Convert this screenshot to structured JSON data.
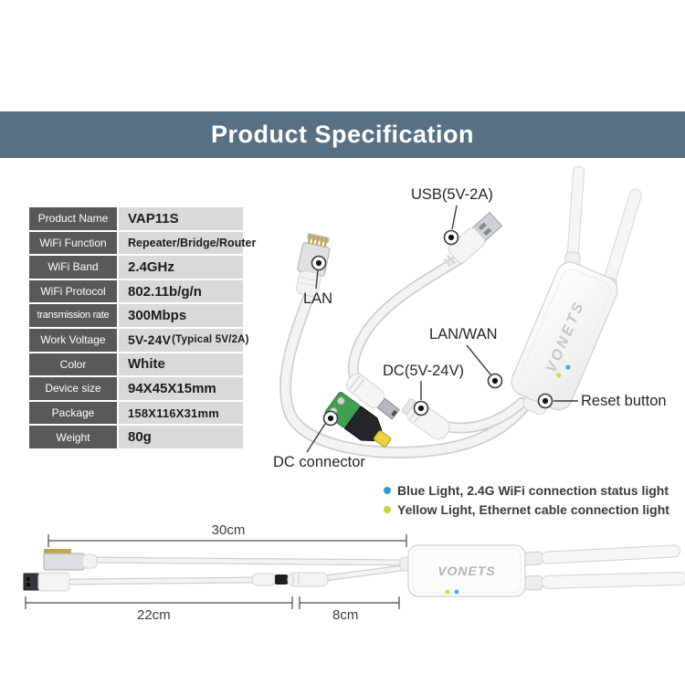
{
  "header": {
    "title": "Product Specification",
    "bg_color": "#587083"
  },
  "brand": "VONETS",
  "spec_table": {
    "rows": [
      {
        "label": "Product Name",
        "value": "VAP11S"
      },
      {
        "label": "WiFi Function",
        "value": "Repeater/Bridge/Router"
      },
      {
        "label": "WiFi Band",
        "value": "2.4GHz"
      },
      {
        "label": "WiFi Protocol",
        "value": "802.11b/g/n"
      },
      {
        "label": "transmission rate",
        "value": "300Mbps"
      },
      {
        "label": "Work Voltage",
        "value": "5V-24V",
        "note": "(Typical 5V/2A)"
      },
      {
        "label": "Color",
        "value": "White"
      },
      {
        "label": "Device size",
        "value": "94X45X15mm"
      },
      {
        "label": "Package",
        "value": "158X116X31mm"
      },
      {
        "label": "Weight",
        "value": "80g"
      }
    ]
  },
  "callouts": {
    "usb": "USB(5V-2A)",
    "lan": "LAN",
    "lan_wan": "LAN/WAN",
    "dc": "DC(5V-24V)",
    "reset": "Reset button",
    "dc_connector": "DC connector"
  },
  "legend": [
    {
      "bullet_color": "#2f9fc4",
      "text": "Blue Light, 2.4G WiFi connection status light"
    },
    {
      "bullet_color": "#ccd22f",
      "text": "Yellow Light, Ethernet cable connection light"
    }
  ],
  "dimensions": {
    "cable_total": "30cm",
    "cable_left": "22cm",
    "cable_right": "8cm"
  },
  "colors": {
    "table_label_bg": "#59595b",
    "table_value_bg": "#d9d9d9",
    "led_blue": "#32b7dd",
    "led_yellow": "#d9da33"
  }
}
